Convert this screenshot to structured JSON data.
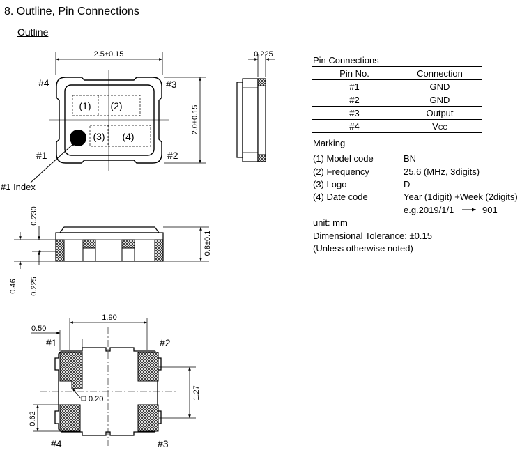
{
  "header": {
    "section_title": "8. Outline, Pin Connections",
    "outline_label": "Outline"
  },
  "top_view": {
    "width_dim": "2.5±0.15",
    "height_dim": "2.0±0.15",
    "pin4": "#4",
    "pin3": "#3",
    "pin1": "#1",
    "pin2": "#2",
    "mark1": "(1)",
    "mark2": "(2)",
    "mark3": "(3)",
    "mark4": "(4)",
    "index_label": "#1 Index"
  },
  "side_view": {
    "thickness_dim": "0.225"
  },
  "front_view": {
    "dim_top": "0.230",
    "dim_left": "0.46",
    "dim_bottom": "0.225",
    "dim_height": "0.8±0.1"
  },
  "bottom_view": {
    "dim_pitch": "1.90",
    "dim_pad_width": "0.50",
    "dim_vertical": "1.27",
    "dim_pad_height": "0.62",
    "dim_square": "0.20",
    "pin1": "#1",
    "pin2": "#2",
    "pin3": "#3",
    "pin4": "#4"
  },
  "pin_connections": {
    "title": "Pin Connections",
    "headers": [
      "Pin No.",
      "Connection"
    ],
    "rows": [
      {
        "pin": "#1",
        "connection": "GND"
      },
      {
        "pin": "#2",
        "connection": "GND"
      },
      {
        "pin": "#3",
        "connection": "Output"
      },
      {
        "pin": "#4",
        "connection": "V",
        "sub": "CC"
      }
    ]
  },
  "marking": {
    "title": "Marking",
    "items": [
      {
        "label": "(1) Model code",
        "value": "BN"
      },
      {
        "label": "(2) Frequency",
        "value": "25.6 (MHz, 3digits)"
      },
      {
        "label": "(3) Logo",
        "value": "D"
      },
      {
        "label": "(4) Date code",
        "value": "Year (1digit) +Week (2digits)"
      }
    ],
    "example_prefix": "e.g.2019/1/1",
    "example_result": "901"
  },
  "notes": {
    "unit": "unit: mm",
    "tolerance": "Dimensional Tolerance: ±0.15",
    "unless": "(Unless otherwise noted)"
  }
}
